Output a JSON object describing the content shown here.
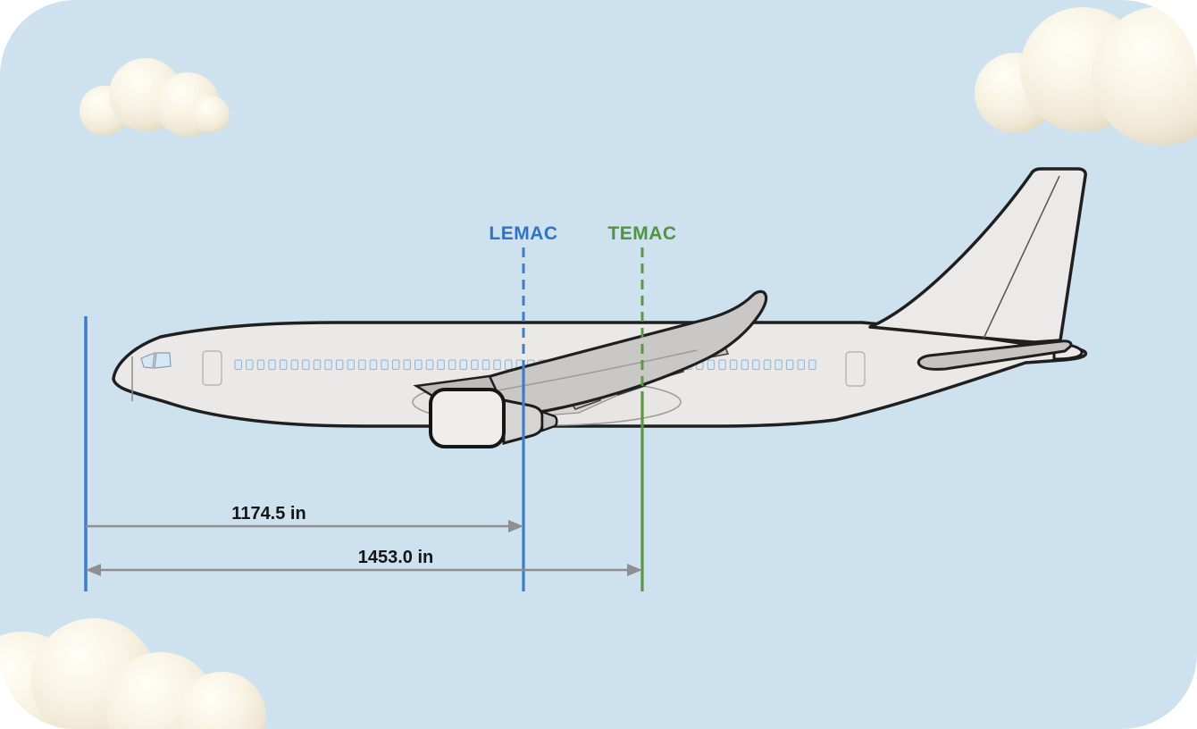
{
  "scene": {
    "description": "Side-view airliner diagram showing LEMAC and TEMAC reference stations with dimensions from the nose datum",
    "sky_color": "#cde1ef",
    "page_corner_color": "#ffffff",
    "cloud_color": "#f8f3e4"
  },
  "reference_lines": {
    "lemac": {
      "label": "LEMAC",
      "color": "#2f73c1"
    },
    "temac": {
      "label": "TEMAC",
      "color": "#4f9540"
    },
    "datum_line_color": "#3d7ec6"
  },
  "measurements": {
    "datum_to_lemac": {
      "value": "1174.5 in"
    },
    "datum_to_temac": {
      "value": "1453.0 in"
    },
    "arrow_color": "#8f8f8f",
    "text_color": "#151515"
  },
  "aircraft": {
    "fuselage_color": "#eae9e7",
    "wing_color": "#c9c8c6",
    "outline_color": "#1f1f1f",
    "window_color": "#d9e9f5"
  }
}
